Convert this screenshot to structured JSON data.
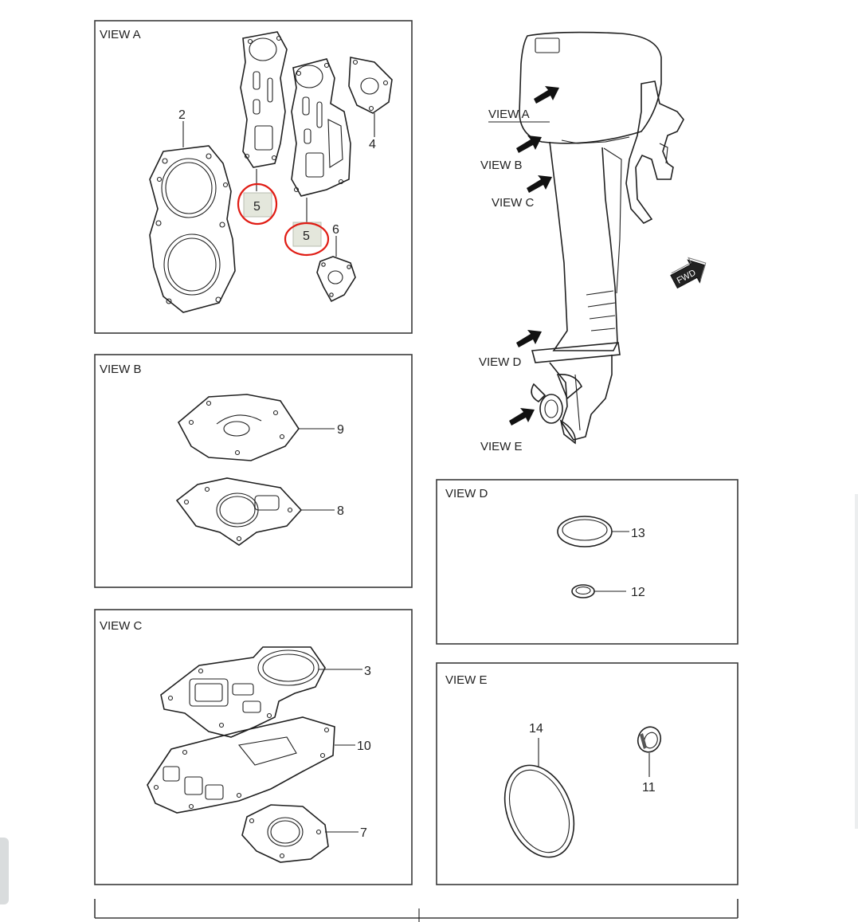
{
  "views": {
    "a": {
      "title": "VIEW A"
    },
    "b": {
      "title": "VIEW B"
    },
    "c": {
      "title": "VIEW C"
    },
    "d": {
      "title": "VIEW D"
    },
    "e": {
      "title": "VIEW E"
    }
  },
  "engine": {
    "view_a": "VIEW A",
    "view_b": "VIEW B",
    "view_c": "VIEW C",
    "view_d": "VIEW D",
    "view_e": "VIEW E",
    "fwd": "FWD"
  },
  "callouts": {
    "p2": "2",
    "p3": "3",
    "p4": "4",
    "p5a": "5",
    "p5b": "5",
    "p6": "6",
    "p7": "7",
    "p8": "8",
    "p9": "9",
    "p10": "10",
    "p11": "11",
    "p12": "12",
    "p13": "13",
    "p14": "14"
  },
  "highlight": {
    "ring_color": "#e01c14",
    "box_color": "#e4e7dc"
  }
}
